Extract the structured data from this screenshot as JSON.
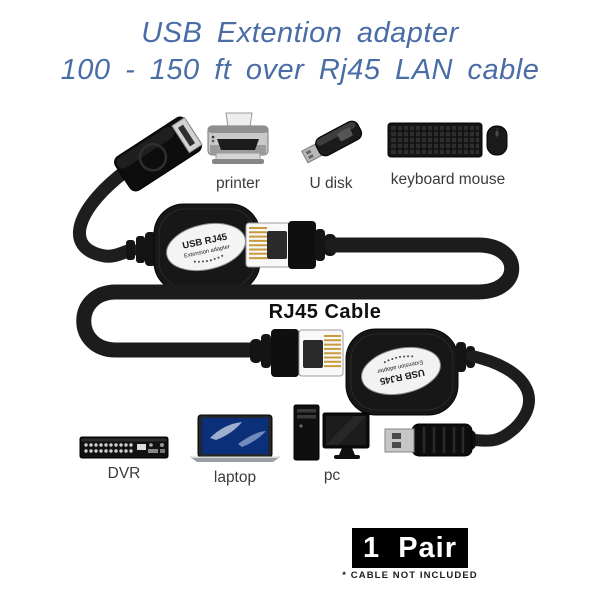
{
  "title": {
    "line1": "USB Extention adapter",
    "line2": "100 - 150 ft over Rj45 LAN cable",
    "color": "#4a6da6"
  },
  "top_devices": [
    {
      "label": "printer",
      "icon": "printer-icon"
    },
    {
      "label": "U disk",
      "icon": "usb-flash-drive-icon"
    },
    {
      "label": "keyboard mouse",
      "icon": "keyboard-mouse-icon"
    }
  ],
  "bottom_devices": [
    {
      "label": "DVR",
      "icon": "dvr-icon"
    },
    {
      "label": "laptop",
      "icon": "laptop-icon"
    },
    {
      "label": "pc",
      "icon": "pc-tower-monitor-icon"
    }
  ],
  "cable": {
    "label": "RJ45 Cable",
    "color": "#1c1c1c"
  },
  "adapter": {
    "line1": "USB RJ45",
    "line2": "Extension adapter"
  },
  "badge": {
    "text": "1  Pair",
    "note": "* CABLE NOT INCLUDED",
    "bg": "#000000",
    "fg": "#ffffff"
  }
}
